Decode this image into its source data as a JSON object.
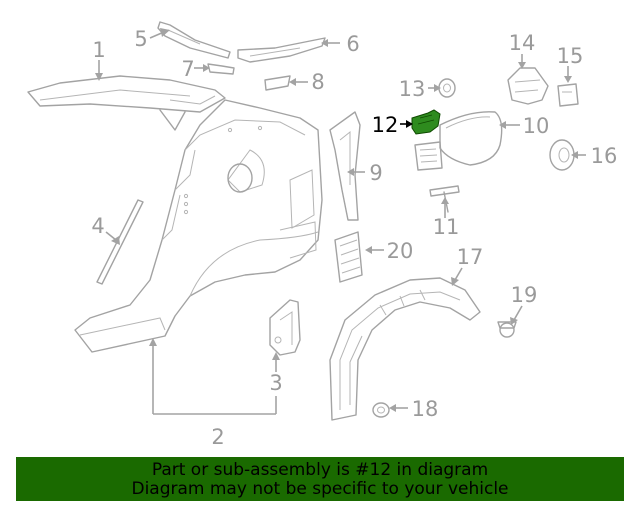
{
  "callouts": [
    "1",
    "2",
    "3",
    "4",
    "5",
    "6",
    "7",
    "8",
    "9",
    "10",
    "11",
    "12",
    "13",
    "14",
    "15",
    "16",
    "17",
    "18",
    "19",
    "20"
  ],
  "highlight_color": "#2e8b1e",
  "banner": {
    "background": "#1a6a00",
    "line1": "Part or sub-assembly is #12 in diagram",
    "line2": "Diagram may not be specific to your vehicle"
  }
}
